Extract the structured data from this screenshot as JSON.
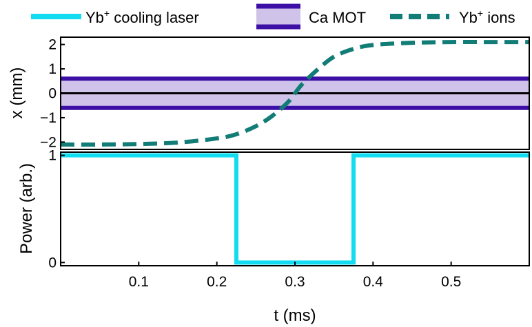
{
  "chart_data": [
    {
      "type": "line",
      "panel": "top",
      "ylabel": "x (mm)",
      "xlim": [
        0,
        0.6
      ],
      "ylim": [
        -2.3,
        2.3
      ],
      "yticks": [
        2,
        1,
        0,
        -1,
        -2
      ],
      "ytick_labels": [
        "2",
        "1",
        "0",
        "−1",
        "−2"
      ],
      "band": {
        "name": "Ca MOT",
        "center": 0,
        "lower": -0.6,
        "upper": 0.6,
        "fill": "#cfc3ea",
        "edge": "#3c0fa6"
      },
      "series": [
        {
          "name": "Yb+ ions",
          "style": "dashed",
          "color": "#127d76",
          "x": [
            0.0,
            0.05,
            0.1,
            0.15,
            0.2,
            0.225,
            0.25,
            0.27,
            0.29,
            0.3,
            0.31,
            0.33,
            0.35,
            0.375,
            0.4,
            0.45,
            0.5,
            0.55,
            0.6
          ],
          "y": [
            -2.1,
            -2.1,
            -2.08,
            -2.02,
            -1.85,
            -1.68,
            -1.35,
            -0.95,
            -0.4,
            0.0,
            0.4,
            1.0,
            1.5,
            1.82,
            1.98,
            2.07,
            2.1,
            2.1,
            2.1
          ]
        }
      ]
    },
    {
      "type": "line",
      "panel": "bottom",
      "ylabel": "Power (arb.)",
      "xlabel": "t (ms)",
      "xlim": [
        0,
        0.6
      ],
      "ylim": [
        -0.03,
        1.03
      ],
      "xticks": [
        0.1,
        0.2,
        0.3,
        0.4,
        0.5
      ],
      "xtick_labels": [
        "0.1",
        "0.2",
        "0.3",
        "0.4",
        "0.5"
      ],
      "yticks": [
        1,
        0
      ],
      "ytick_labels": [
        "1",
        "0"
      ],
      "series": [
        {
          "name": "Yb+ cooling laser",
          "style": "solid",
          "color": "#12ddf0",
          "x": [
            0.0,
            0.225,
            0.225,
            0.375,
            0.375,
            0.6
          ],
          "y": [
            1,
            1,
            0,
            0,
            1,
            1
          ]
        }
      ]
    }
  ],
  "legend": {
    "placement": "top",
    "items": [
      {
        "base": "Yb",
        "sup": "+",
        "rest": " cooling laser",
        "kind": "line",
        "color": "#12ddf0"
      },
      {
        "text": "Ca MOT",
        "kind": "band",
        "fill": "#cfc3ea",
        "edge": "#3c0fa6"
      },
      {
        "base": "Yb",
        "sup": "+",
        "rest": " ions",
        "kind": "dashed",
        "color": "#127d76"
      }
    ]
  }
}
